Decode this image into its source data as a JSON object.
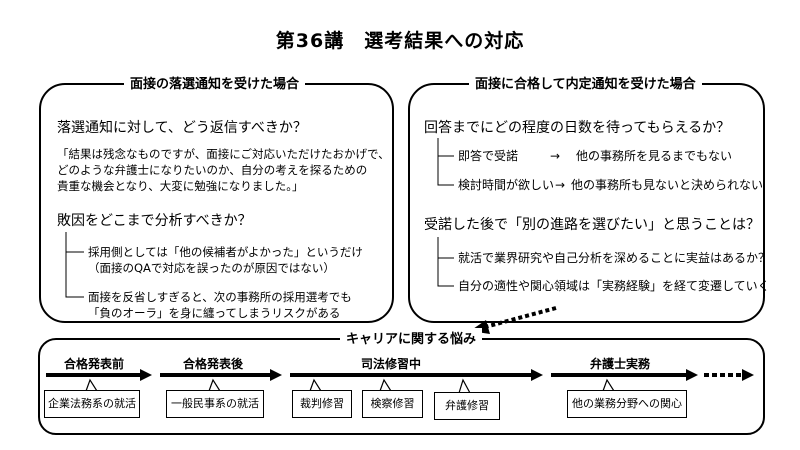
{
  "page": {
    "title": "第36講　選考結果への対応"
  },
  "left_panel": {
    "header": "面接の落選通知を受けた場合",
    "q1": "落選通知に対して、どう返信すべきか？",
    "quote": [
      "「結果は残念なものですが、面接にご対応いただけたおかげで、",
      "どのような弁護士になりたいのか、自分の考えを探るための",
      "貴重な機会となり、大変に勉強になりました。」"
    ],
    "q2": "敗因をどこまで分析すべきか？",
    "point1": [
      "採用側としては「他の候補者がよかった」というだけ",
      "（面接のQAで対応を誤ったのが原因ではない）"
    ],
    "point2": [
      "面接を反省しすぎると、次の事務所の採用選考でも",
      "「負のオーラ」を身に纏ってしまうリスクがある"
    ]
  },
  "right_panel": {
    "header": "面接に合格して内定通知を受けた場合",
    "q1": "回答までにどの程度の日数を待ってもらえるか？",
    "items1": [
      {
        "left": "即答で受諾",
        "arrow": "→",
        "right": "他の事務所を見るまでもない"
      },
      {
        "left": "検討時間が欲しい",
        "arrow": "→",
        "right": "他の事務所も見ないと決められない"
      }
    ],
    "q2": "受諾した後で「別の進路を選びたい」と思うことは？",
    "items2": [
      "就活で業界研究や自己分析を深めることに実益はあるか？",
      "自分の適性や関心領域は「実務経験」を経て変遷していく"
    ]
  },
  "timeline": {
    "header": "キャリアに関する悩み",
    "phases": [
      "合格発表前",
      "合格発表後",
      "司法修習中",
      "弁護士実務"
    ],
    "boxes": [
      "企業法務系の就活",
      "一般民事系の就活",
      "裁判修習",
      "検察修習",
      "弁護修習",
      "他の業務分野への関心"
    ]
  }
}
